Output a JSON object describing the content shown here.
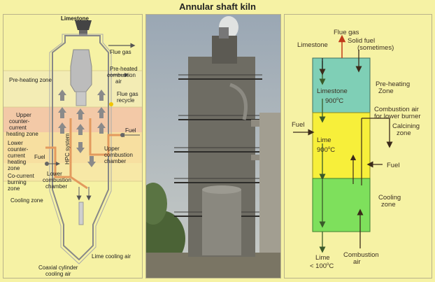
{
  "title": "Annular shaft kiln",
  "left": {
    "limestone": "Limestone",
    "flue_gas": "Flue gas",
    "preheated_air_1": "Pre-heated",
    "preheated_air_2": "combustion",
    "preheated_air_3": "air",
    "flue_recycle_1": "Flue gas",
    "flue_recycle_2": "recycle",
    "preheating_zone": "Pre-heating zone",
    "upper_cc_1": "Upper",
    "upper_cc_2": "counter-",
    "upper_cc_3": "current",
    "upper_cc_4": "heating zone",
    "hpc_system": "HPC system",
    "fuel_right": "Fuel",
    "lower_cc_1": "Lower",
    "lower_cc_2": "counter-",
    "lower_cc_3": "current",
    "lower_cc_4": "heating",
    "lower_cc_5": "zone",
    "fuel_left": "Fuel",
    "upper_comb_1": "Upper",
    "upper_comb_2": "combustion",
    "upper_comb_3": "chamber",
    "cocurrent_1": "Co-current",
    "cocurrent_2": "burning",
    "cocurrent_3": "zone",
    "lower_comb_1": "Lower",
    "lower_comb_2": "combustion",
    "lower_comb_3": "chamber",
    "cooling_zone": "Cooling zone",
    "lime_cooling_air": "Lime cooling air",
    "coaxial_1": "Coaxial cylinder",
    "coaxial_2": "cooling air"
  },
  "right": {
    "flue_gas": "Flue gas",
    "limestone_in": "Limestone",
    "solid_fuel_1": "Solid fuel",
    "solid_fuel_2": "(sometimes)",
    "preheating_1": "Pre-heating",
    "preheating_2": "Zone",
    "limestone_box": "Limestone",
    "temp_900_a": "900",
    "comb_air_1": "Combustion air",
    "comb_air_2": "for lower burner",
    "fuel_left": "Fuel",
    "lime_box": "Lime",
    "temp_900_b": "900",
    "calcining_1": "Calcining",
    "calcining_2": "zone",
    "fuel_right": "Fuel",
    "cooling_1": "Cooling",
    "cooling_2": "zone",
    "lime_out": "Lime",
    "temp_100": "< 100",
    "comb_air_b1": "Combustion",
    "comb_air_b2": "air",
    "deg_o": "o",
    "deg_c": "C"
  },
  "colors": {
    "preheat": "#7fcfb6",
    "calcine": "#f7ef3a",
    "cooling": "#7ee05c",
    "arrow_dark": "#3a5a2a",
    "arrow_red": "#c03a1a"
  }
}
